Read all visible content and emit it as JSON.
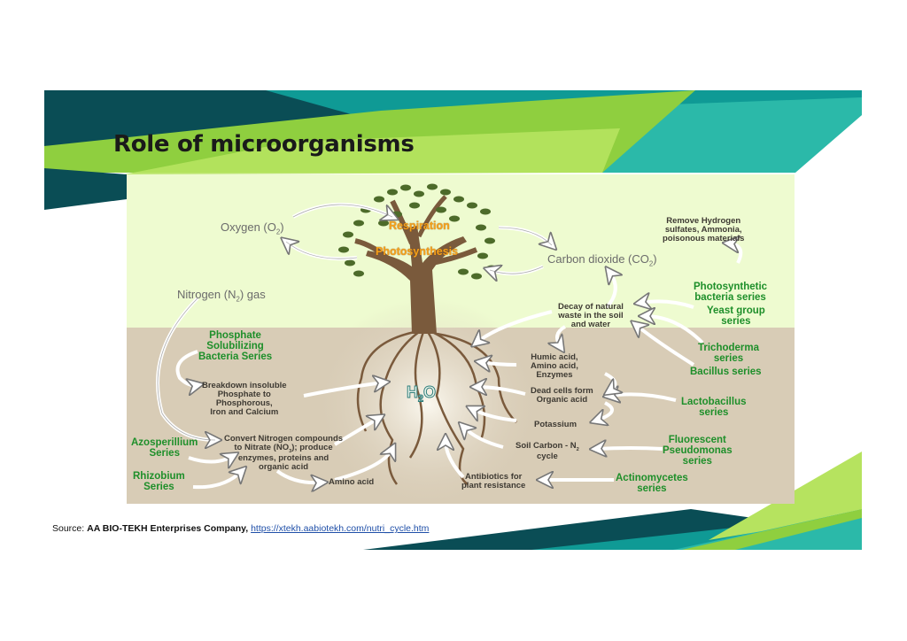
{
  "slide": {
    "title": "Role of microorganisms",
    "colors": {
      "dark_teal": "#0a4d55",
      "teal": "#0f9a95",
      "light_teal": "#2bb9a9",
      "green": "#8fcf3f",
      "light_green": "#b6e35f",
      "sky": "#eefbd0",
      "soil": "#d8ccb6",
      "label_green": "#1e8f2a",
      "link_blue": "#1f4fa8"
    }
  },
  "diagram": {
    "atmosphere": {
      "oxygen": "Oxygen (O",
      "oxygen_sub": "2",
      "oxygen_close": ")",
      "carbon_dioxide": "Carbon dioxide (CO",
      "carbon_dioxide_sub": "2",
      "carbon_dioxide_close": ")",
      "nitrogen": "Nitrogen (N",
      "nitrogen_sub": "2",
      "nitrogen_close": ") gas",
      "respiration": "Respiration",
      "photosynthesis": "Photosynthesis",
      "remove_hydrogen": [
        "Remove Hydrogen",
        "sulfates, Ammonia,",
        "poisonous materials"
      ]
    },
    "water": {
      "h": "H",
      "sub": "2",
      "o": "O"
    },
    "processes": {
      "decay": [
        "Decay of natural",
        "waste in the soil",
        "and water"
      ],
      "humic": [
        "Humic acid,",
        "Amino acid,",
        "Enzymes"
      ],
      "dead_cells": [
        "Dead cells form",
        "Organic acid"
      ],
      "potassium": "Potassium",
      "soil_carbon": [
        "Soil Carbon - N",
        "cycle"
      ],
      "soil_carbon_sub": "2",
      "antibiotics": [
        "Antibiotics for",
        "plant resistance"
      ],
      "breakdown": [
        "Breakdown insoluble",
        "Phosphate to",
        "Phosphorous,",
        "Iron and Calcium"
      ],
      "convert": [
        "Convert Nitrogen compounds",
        "to Nitrate (NO",
        "); produce",
        "enzymes, proteins and",
        "organic acid"
      ],
      "convert_sub": "3",
      "amino_acid": "Amino acid"
    },
    "microbes": {
      "photosynthetic": [
        "Photosynthetic",
        "bacteria series"
      ],
      "yeast": [
        "Yeast group",
        "series"
      ],
      "trichoderma": [
        "Trichoderma",
        "series"
      ],
      "bacillus": "Bacillus series",
      "lactobacillus": [
        "Lactobacillus",
        "series"
      ],
      "pseudomonas": [
        "Fluorescent",
        "Pseudomonas",
        "series"
      ],
      "actinomycetes": [
        "Actinomycetes",
        "series"
      ],
      "phosphate": [
        "Phosphate",
        "Solubilizing",
        "Bacteria Series"
      ],
      "azosperillium": [
        "Azosperillium",
        "Series"
      ],
      "rhizobium": [
        "Rhizobium",
        "Series"
      ]
    }
  },
  "source": {
    "prefix": "Source: ",
    "company": "AA BIO-TEKH Enterprises Company,",
    "url": "https://xtekh.aabiotekh.com/nutri_cycle.htm"
  }
}
